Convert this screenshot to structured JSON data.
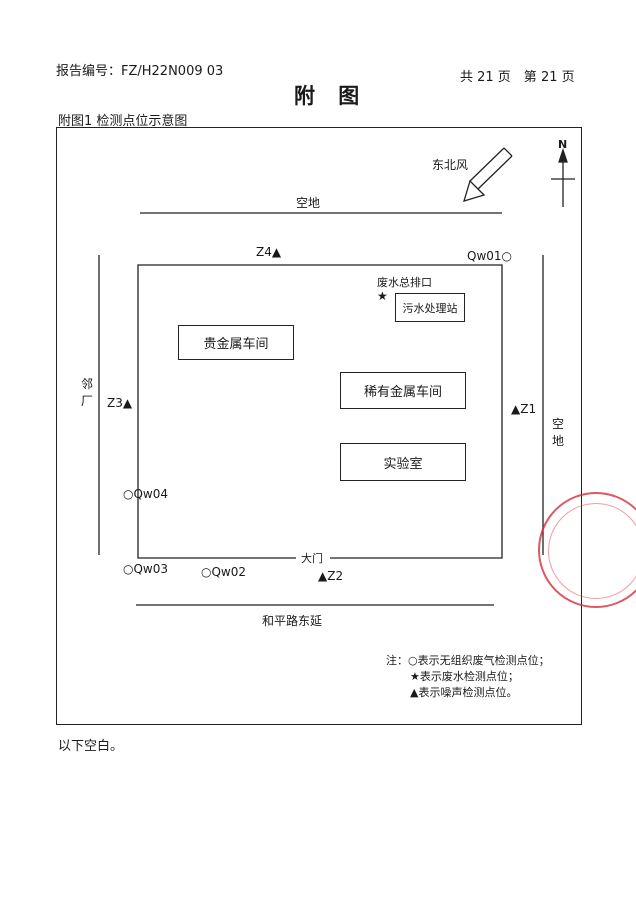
{
  "header": {
    "report_no": "报告编号：FZ/H22N009 03",
    "pages": "共 21 页　第 21 页"
  },
  "title": "附 图",
  "figure_caption": "附图1  检测点位示意图",
  "diagram": {
    "wind_label": "东北风",
    "north_label": "N",
    "top_area": "空地",
    "right_area": "空地",
    "left_area": "邻厂",
    "road_label": "和平路东延",
    "gate_label": "大门",
    "buildings": {
      "precious_metal_workshop": "贵金属车间",
      "rare_metal_workshop": "稀有金属车间",
      "laboratory": "实验室",
      "wastewater_station": "污水处理站"
    },
    "outfall_label": "废水总排口",
    "points": {
      "z1": "Z1",
      "z2": "Z2",
      "z3": "Z3",
      "z4": "Z4",
      "qw01": "Qw01",
      "qw02": "Qw02",
      "qw03": "Qw03",
      "qw04": "Qw04"
    },
    "legend": {
      "prefix": "注：",
      "circle": "○表示无组织废气检测点位；",
      "star": "★表示废水检测点位；",
      "triangle": "▲表示噪声检测点位。"
    }
  },
  "footer": "以下空白。",
  "colors": {
    "ink": "#1a1a1a",
    "stamp": "#d62832"
  }
}
